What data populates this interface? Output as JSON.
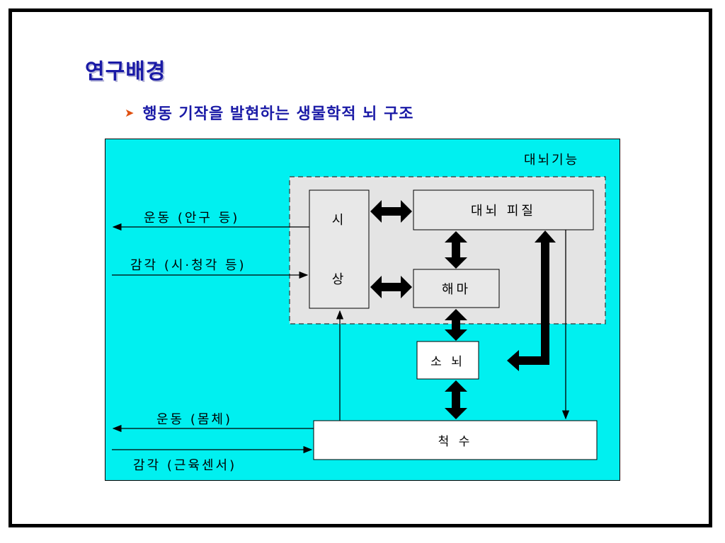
{
  "slide": {
    "title": "연구배경",
    "bullet": "행동 기작을 발현하는 생물학적 뇌 구조"
  },
  "diagram": {
    "region_label": "대뇌기능",
    "nodes": {
      "thalamus_top": "시",
      "thalamus_bottom": "상",
      "cortex": "대뇌 피질",
      "hippocampus": "해마",
      "cerebellum": "소 뇌",
      "spinal": "척 수"
    },
    "edges": {
      "motor_eye": "운동 (안구 등)",
      "sense_visual": "감각 (시·청각 등)",
      "motor_body": "운동 (몸체)",
      "sense_muscle": "감각 (근육센서)"
    },
    "colors": {
      "background": "#00f0f0",
      "region": "#e4e4e4",
      "box": "#e8e8e8",
      "title": "#1a1aa6",
      "bullet_marker": "#e05010"
    }
  }
}
